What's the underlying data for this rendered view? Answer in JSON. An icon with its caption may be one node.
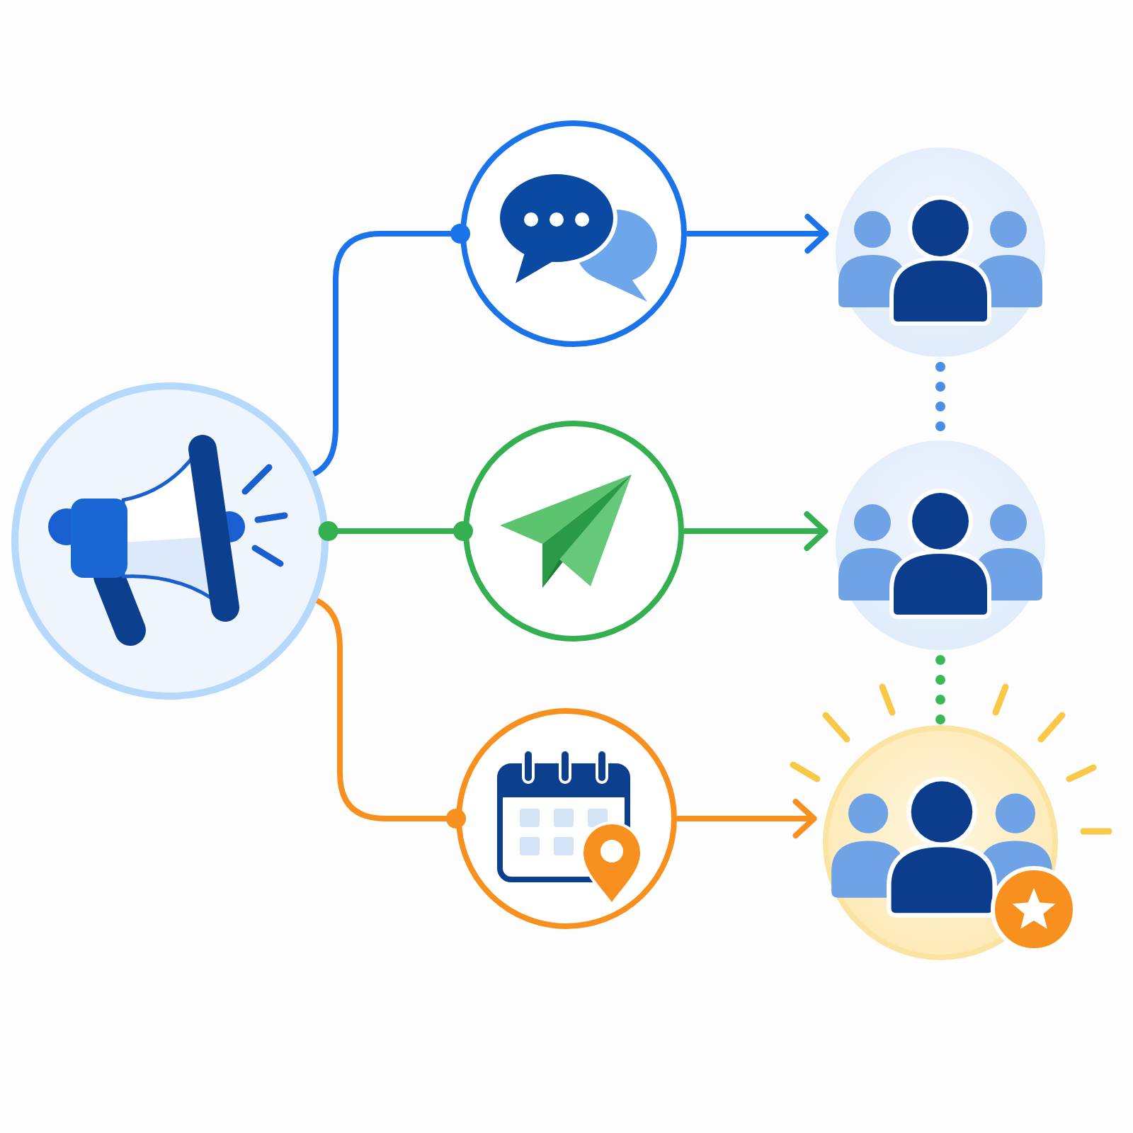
{
  "diagram": {
    "nodes": [
      {
        "text": [],
        "shape": "circle"
      },
      {
        "text": [],
        "shape": "circle"
      },
      {
        "text": [],
        "shape": "circle"
      },
      {
        "text": [],
        "shape": "circle"
      },
      {
        "text": [],
        "shape": "circle"
      },
      {
        "text": [],
        "shape": "circle"
      },
      {
        "text": [],
        "shape": "circle"
      }
    ],
    "edges": [
      {
        "from": 0,
        "to": 1,
        "arrow": "other",
        "color": "#1a73e8"
      },
      {
        "from": 0,
        "to": 2,
        "arrow": "other",
        "color": "#34b050"
      },
      {
        "from": 0,
        "to": 3,
        "arrow": "other",
        "color": "#f7901e"
      },
      {
        "from": 1,
        "to": 4,
        "arrow": "to",
        "color": "#1a73e8"
      },
      {
        "from": 2,
        "to": 5,
        "arrow": "to",
        "color": "#34b050"
      },
      {
        "from": 3,
        "to": 6,
        "arrow": "to",
        "color": "#f7901e"
      },
      {
        "from": 4,
        "to": 5,
        "arrow": "none",
        "style": "dashed",
        "color": "#4a8fe6"
      },
      {
        "from": 5,
        "to": 6,
        "arrow": "none",
        "style": "dashed",
        "color": "#3cb85a"
      }
    ]
  }
}
